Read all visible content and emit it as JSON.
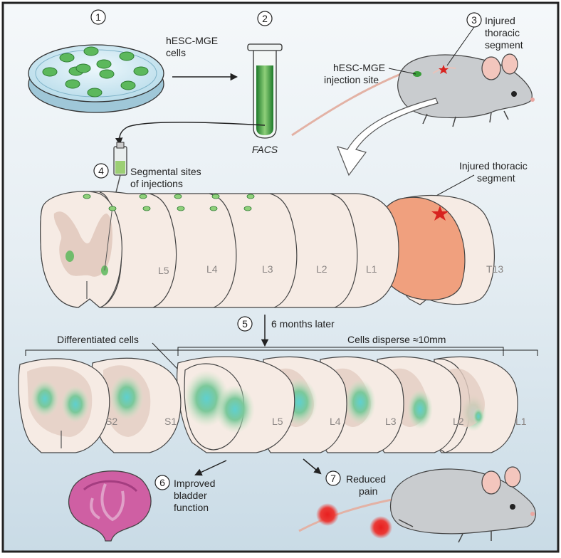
{
  "steps": [
    {
      "number": "1"
    },
    {
      "number": "2"
    },
    {
      "number": "3"
    },
    {
      "number": "4"
    },
    {
      "number": "5"
    },
    {
      "number": "6"
    },
    {
      "number": "7"
    }
  ],
  "labels": {
    "cells_line1": "hESC-MGE",
    "cells_line2": "cells",
    "facs": "FACS",
    "injured_line1": "Injured",
    "injured_line2": "thoracic",
    "injured_line3": "segment",
    "site_line1": "hESC-MGE",
    "site_line2": "injection site",
    "seg_sites_line1": "Segmental sites",
    "seg_sites_line2": "of injections",
    "injured2_line1": "Injured thoracic",
    "injured2_line2": "segment",
    "later": "6 months later",
    "differentiated": "Differentiated cells",
    "disperse": "Cells disperse ≈10mm",
    "bladder_line1": "Improved",
    "bladder_line2": "bladder",
    "bladder_line3": "function",
    "pain_line1": "Reduced",
    "pain_line2": "pain"
  },
  "top_segments": [
    "L5",
    "L4",
    "L3",
    "L2",
    "L1",
    "T13"
  ],
  "bottom_segments": [
    "S2",
    "S1",
    "L5",
    "L4",
    "L3",
    "L2",
    "L1"
  ],
  "colors": {
    "background": "#dde8ef",
    "tissue": "#f6ebe4",
    "gray_matter": "#e4cdc2",
    "cells_green": "#5cb85c",
    "injury_orange": "#f0a07e",
    "star_red": "#d8231f",
    "bladder_pink": "#cf5fa3",
    "pain_red": "#e32320"
  }
}
